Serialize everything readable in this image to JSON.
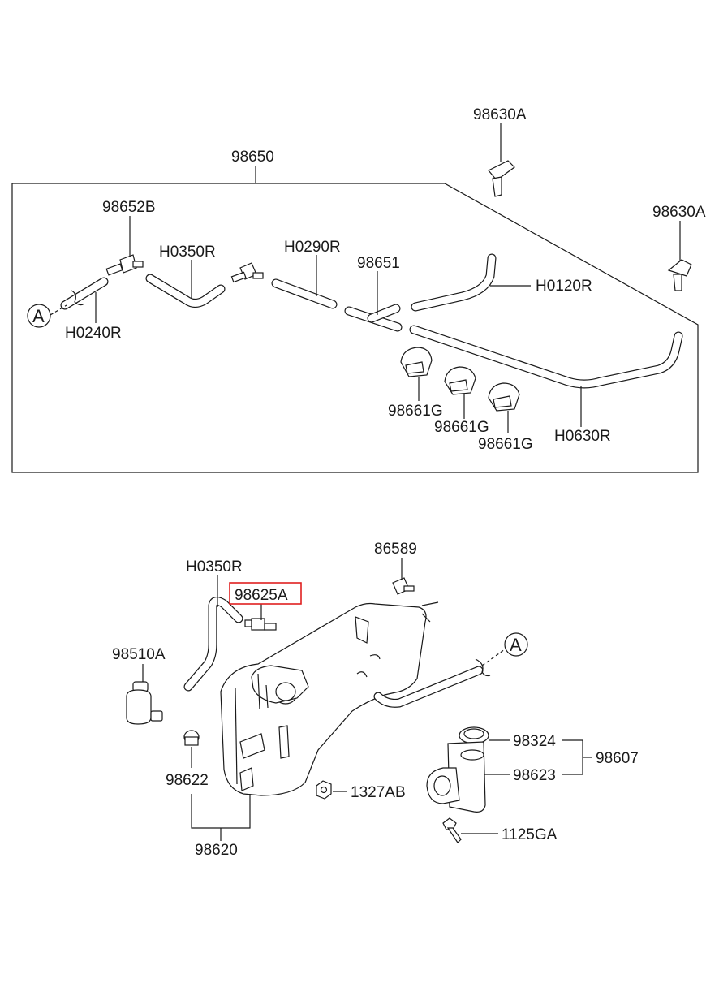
{
  "labels": {
    "assembly": "98650",
    "nozzle_top": "98630A",
    "nozzle_right": "98630A",
    "connector_b": "98652B",
    "hose_h0350r_top": "H0350R",
    "hose_h0290r": "H0290R",
    "connector_98651": "98651",
    "hose_h0120r": "H0120R",
    "hose_h0240r": "H0240R",
    "clip_1": "98661G",
    "clip_2": "98661G",
    "clip_3": "98661G",
    "hose_h0630r": "H0630R",
    "ref_a_top": "A",
    "screw_86589": "86589",
    "hose_h0350r_bottom": "H0350R",
    "valve_98625a": "98625A",
    "ref_a_bottom": "A",
    "motor_98510a": "98510A",
    "grommet_98324": "98324",
    "group_98607": "98607",
    "pipe_98623": "98623",
    "nut_1327ab": "1327AB",
    "bolt_1125ga": "1125GA",
    "grommet_98622": "98622",
    "reservoir_98620": "98620"
  },
  "highlight": {
    "target": "98625A",
    "color": "#e02020"
  }
}
